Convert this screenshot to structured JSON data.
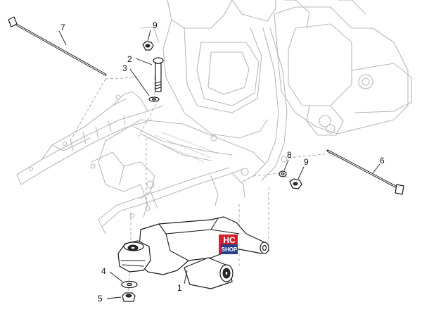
{
  "callouts": {
    "n1": "1",
    "n2": "2",
    "n3": "3",
    "n4": "4",
    "n5": "5",
    "n6": "6",
    "n7": "7",
    "n8": "8",
    "n9a": "9",
    "n9b": "9"
  },
  "watermark": {
    "line1": "HC",
    "line2": "SHOP",
    "colors": {
      "red": "#d0202a",
      "blue": "#2a3d8f",
      "white": "#ffffff"
    }
  }
}
